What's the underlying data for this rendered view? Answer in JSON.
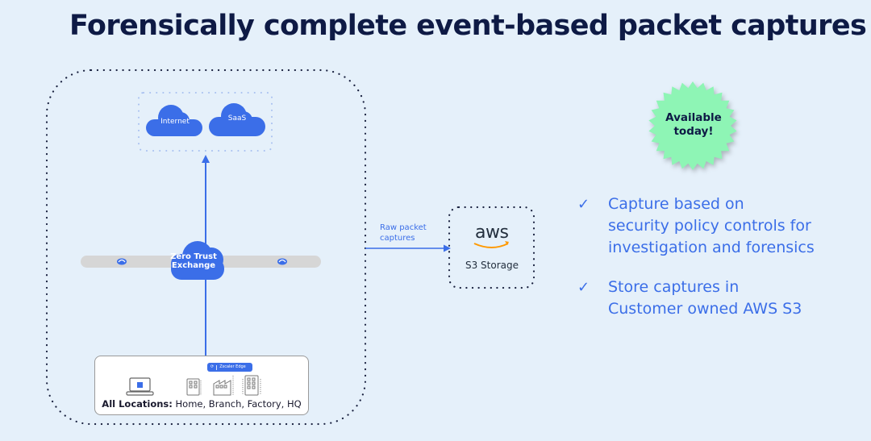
{
  "title": "Forensically complete event-based packet captures",
  "diagram": {
    "clouds": [
      {
        "label": "Internet"
      },
      {
        "label": "SaaS"
      }
    ],
    "exchange": {
      "label_line1": "Zero Trust",
      "label_line2": "Exchange"
    },
    "edge_badge": {
      "label": "Zscaler Edge"
    },
    "locations": {
      "prefix": "All Locations:",
      "list": " Home, Branch, Factory, HQ"
    },
    "arrow_label_line1": "Raw packet",
    "arrow_label_line2": "captures",
    "storage": {
      "logo_text": "aws",
      "label": "S3 Storage"
    }
  },
  "badge": {
    "line1": "Available",
    "line2": "today!"
  },
  "bullets": [
    {
      "icon": "check-icon",
      "glyph": "✓",
      "text": "Capture based on\nsecurity policy controls  for\ninvestigation and forensics"
    },
    {
      "icon": "check-icon",
      "glyph": "✓",
      "text": "Store captures in\nCustomer owned AWS S3"
    }
  ],
  "colors": {
    "background": "#e5f0fa",
    "title": "#0e1a45",
    "accent_blue": "#3b6ee8",
    "badge_green": "#8ef5b5",
    "aws_orange": "#ff9900"
  }
}
